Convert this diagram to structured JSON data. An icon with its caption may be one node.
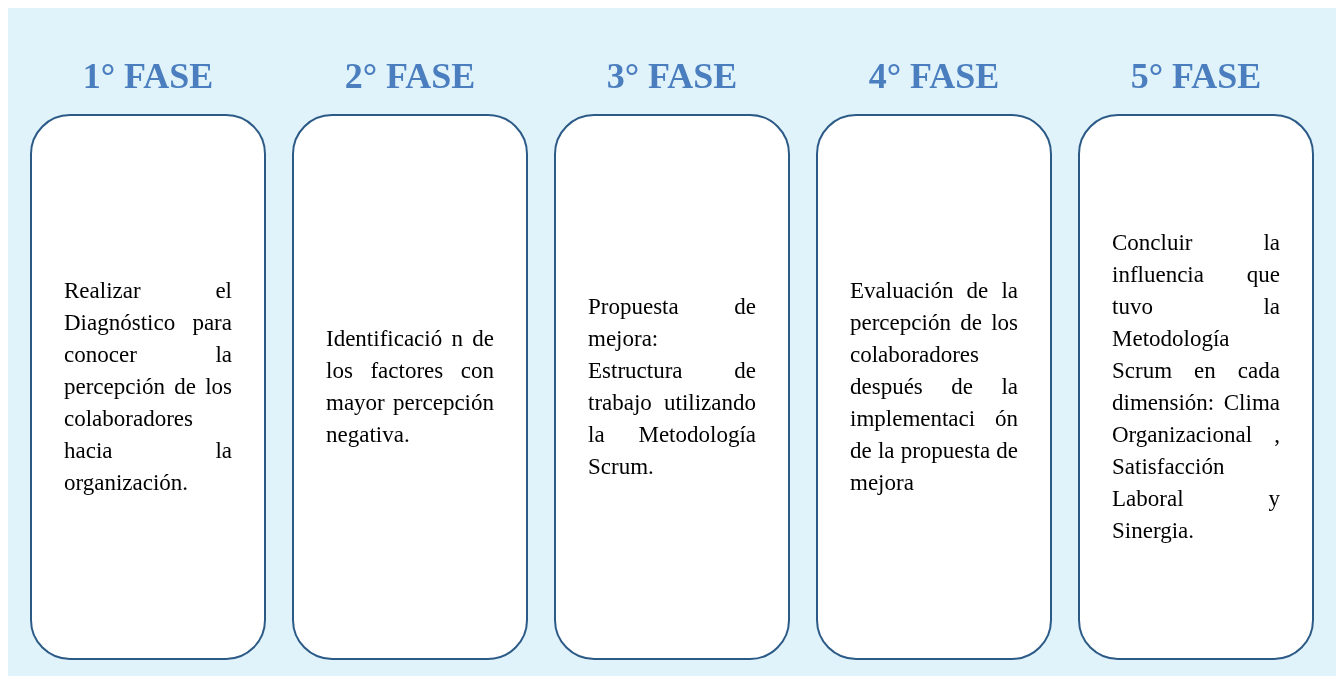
{
  "diagram": {
    "nodes": [
      {
        "text": [
          "1° FASE",
          "Realizar el Diagnóstico para conocer la percepción de los colaboradores hacia la organización."
        ]
      },
      {
        "text": [
          "2° FASE",
          "Identificació n de los factores con mayor percepción negativa."
        ]
      },
      {
        "text": [
          "3° FASE",
          "Propuesta de mejora: Estructura de trabajo utilizando la Metodología Scrum."
        ]
      },
      {
        "text": [
          "4° FASE",
          "Evaluación de la percepción de los colaboradores después de la implementaci ón de la propuesta de mejora"
        ]
      },
      {
        "text": [
          "5° FASE",
          "Concluir la influencia que tuvo la Metodología Scrum en cada dimensión: Clima Organizacional , Satisfacción Laboral y Sinergia."
        ]
      }
    ]
  }
}
